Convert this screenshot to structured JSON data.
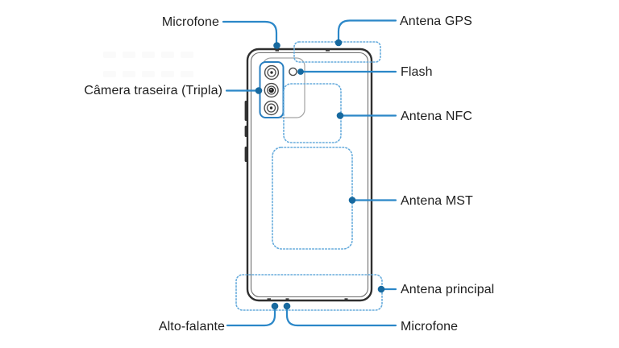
{
  "diagram": {
    "device": "phone-back-view",
    "labels": {
      "microfone_top": "Microfone",
      "antena_gps": "Antena GPS",
      "camera_traseira": "Câmera traseira (Tripla)",
      "flash": "Flash",
      "antena_nfc": "Antena NFC",
      "antena_mst": "Antena MST",
      "antena_principal": "Antena principal",
      "alto_falante": "Alto-falante",
      "microfone_bottom": "Microfone"
    },
    "icons": {
      "camera_lens": "camera-lens-icon",
      "flash": "flash-icon"
    },
    "colors": {
      "leader_line": "#2b87c8",
      "callout_dot": "#17699f",
      "dashed_region": "#66abdc",
      "camera_highlight": "#2a7fc0",
      "phone_outline": "#2f2f2f",
      "island_outline": "#a3a3a3",
      "label_text": "#1e1e1e",
      "background": "#ffffff"
    }
  }
}
